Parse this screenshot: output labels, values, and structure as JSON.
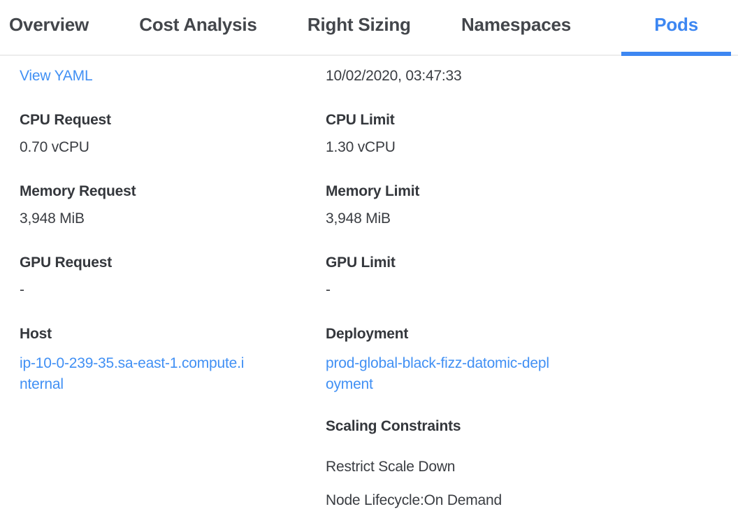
{
  "tabs": [
    {
      "label": "Overview",
      "active": false
    },
    {
      "label": "Cost Analysis",
      "active": false
    },
    {
      "label": "Right Sizing",
      "active": false
    },
    {
      "label": "Namespaces",
      "active": false
    },
    {
      "label": "Pods",
      "active": true
    }
  ],
  "colors": {
    "accent_blue": "#3d87f2",
    "link_blue": "#4190f4",
    "text_dark": "#3a3d42",
    "divider_gray": "#ececec"
  },
  "details": {
    "view_yaml_label": "View YAML",
    "timestamp": "10/02/2020, 03:47:33",
    "fields": {
      "cpu_request": {
        "label": "CPU Request",
        "value": "0.70 vCPU"
      },
      "cpu_limit": {
        "label": "CPU Limit",
        "value": "1.30 vCPU"
      },
      "memory_request": {
        "label": "Memory Request",
        "value": "3,948 MiB"
      },
      "memory_limit": {
        "label": "Memory Limit",
        "value": "3,948 MiB"
      },
      "gpu_request": {
        "label": "GPU Request",
        "value": "-"
      },
      "gpu_limit": {
        "label": "GPU Limit",
        "value": "-"
      },
      "host": {
        "label": "Host",
        "value": "ip-10-0-239-35.sa-east-1.compute.internal"
      },
      "deployment": {
        "label": "Deployment",
        "value": "prod-global-black-fizz-datomic-deployment"
      }
    },
    "scaling_constraints": {
      "label": "Scaling Constraints",
      "items": [
        "Restrict Scale Down",
        "Node Lifecycle:On Demand"
      ]
    }
  }
}
